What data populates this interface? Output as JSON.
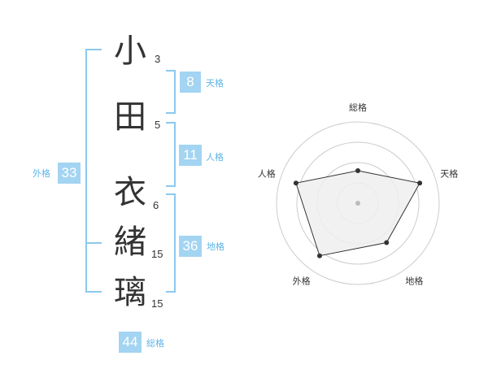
{
  "characters": [
    {
      "char": "小",
      "strokes": "3"
    },
    {
      "char": "田",
      "strokes": "5"
    },
    {
      "char": "衣",
      "strokes": "6"
    },
    {
      "char": "緒",
      "strokes": "15"
    },
    {
      "char": "璃",
      "strokes": "15"
    }
  ],
  "grades": {
    "tenkaku": {
      "value": "8",
      "label": "天格"
    },
    "jinkaku": {
      "value": "11",
      "label": "人格"
    },
    "chikaku": {
      "value": "36",
      "label": "地格"
    },
    "gaikaku": {
      "value": "33",
      "label": "外格"
    },
    "soukaku": {
      "value": "44",
      "label": "総格"
    }
  },
  "radar": {
    "axes": [
      "総格",
      "天格",
      "地格",
      "外格",
      "人格"
    ],
    "values": [
      0.4,
      0.8,
      0.6,
      0.8,
      0.8
    ],
    "rings": 4,
    "colors": {
      "ring": "#cccccc",
      "fill": "#eeeeee",
      "line": "#333333",
      "center": "#bbbbbb"
    }
  }
}
